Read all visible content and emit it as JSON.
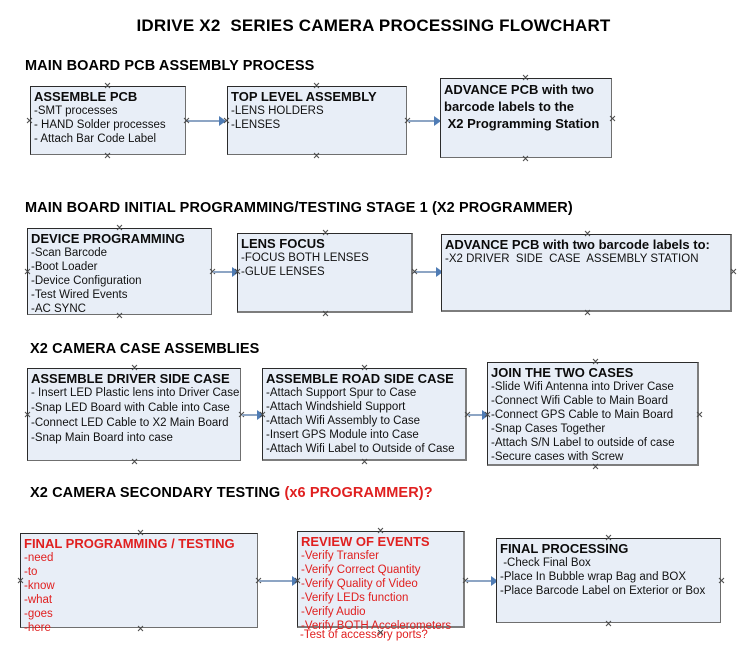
{
  "document": {
    "title": "IDRIVE X2  SERIES CAMERA PROCESSING FLOWCHART"
  },
  "sections": [
    {
      "id": "main-board-pcb-assembly",
      "title": "MAIN BOARD PCB ASSEMBLY PROCESS",
      "title_accent": "",
      "nodes": [
        {
          "id": "assemble-pcb",
          "title": "ASSEMBLE PCB",
          "lines": [
            "-SMT processes",
            "- HAND Solder processes",
            "- Attach Bar Code Label"
          ]
        },
        {
          "id": "top-level-assembly",
          "title": "TOP LEVEL ASSEMBLY",
          "lines": [
            "-LENS HOLDERS",
            "-LENSES"
          ]
        },
        {
          "id": "advance-pcb-programming-station",
          "title": "ADVANCE PCB with two\nbarcode labels to the\n X2 Programming Station",
          "lines": []
        }
      ]
    },
    {
      "id": "main-board-initial-programming",
      "title": "MAIN BOARD INITIAL PROGRAMMING/TESTING STAGE 1 (X2 PROGRAMMER)",
      "title_accent": "",
      "nodes": [
        {
          "id": "device-programming",
          "title": "DEVICE PROGRAMMING",
          "lines": [
            "-Scan Barcode",
            "-Boot Loader",
            "-Device Configuration",
            "-Test Wired Events",
            "-AC SYNC"
          ]
        },
        {
          "id": "lens-focus",
          "title": "LENS FOCUS",
          "lines": [
            "-FOCUS BOTH LENSES",
            "-GLUE LENSES"
          ]
        },
        {
          "id": "advance-pcb-driver-side-case",
          "title": "ADVANCE PCB with two barcode labels to:",
          "lines": [
            "-X2 DRIVER  SIDE  CASE  ASSEMBLY STATION"
          ]
        }
      ]
    },
    {
      "id": "x2-camera-case-assemblies",
      "title": "X2 CAMERA CASE ASSEMBLIES",
      "title_accent": "",
      "nodes": [
        {
          "id": "assemble-driver-side-case",
          "title": "ASSEMBLE DRIVER SIDE CASE",
          "lines": [
            "- Insert LED Plastic lens into Driver Case",
            "-Snap LED Board with Cable into Case",
            "-Connect LED Cable to X2 Main Board",
            "-Snap Main Board into case"
          ]
        },
        {
          "id": "assemble-road-side-case",
          "title": "ASSEMBLE ROAD SIDE CASE",
          "lines": [
            "-Attach Support Spur to Case",
            "-Attach Windshield Support",
            "-Attach Wifi Assembly to Case",
            "-Insert GPS Module into Case",
            "-Attach Wifi Label to Outside of Case"
          ]
        },
        {
          "id": "join-the-two-cases",
          "title": "JOIN THE TWO CASES",
          "lines": [
            "-Slide Wifi Antenna into Driver Case",
            "-Connect Wifi Cable to Main Board",
            "-Connect GPS Cable to Main Board",
            "-Snap Cases Together",
            "-Attach S/N Label to outside of case",
            "-Secure cases with Screw"
          ]
        }
      ]
    },
    {
      "id": "x2-camera-secondary-testing",
      "title": "X2 CAMERA SECONDARY TESTING ",
      "title_accent": "(x6 PROGRAMMER)?",
      "nodes": [
        {
          "id": "final-programming-testing",
          "title": "FINAL PROGRAMMING / TESTING",
          "lines": [
            "-need",
            "-to",
            "-know",
            "-what",
            "-goes",
            "-here"
          ]
        },
        {
          "id": "review-of-events",
          "title": "REVIEW OF EVENTS",
          "lines": [
            "-Verify Transfer",
            "-Verify Correct Quantity",
            "-Verify Quality of Video",
            "-Verify LEDs function",
            "-Verify Audio",
            "-Verify BOTH Accelerometers"
          ],
          "overflow_line": "-Test of accessory ports?"
        },
        {
          "id": "final-processing",
          "title": "FINAL PROCESSING",
          "lines": [
            " -Check Final Box",
            "-Place In Bubble wrap Bag and BOX",
            "-Place Barcode Label on Exterior or Box"
          ]
        }
      ]
    }
  ],
  "colors": {
    "node_fill": "#e8eef7",
    "node_border": "#2b2b2b",
    "connector": "#8da5c4",
    "arrowhead": "#4f7cb5",
    "accent_red": "#e02020",
    "text": "#000000"
  }
}
